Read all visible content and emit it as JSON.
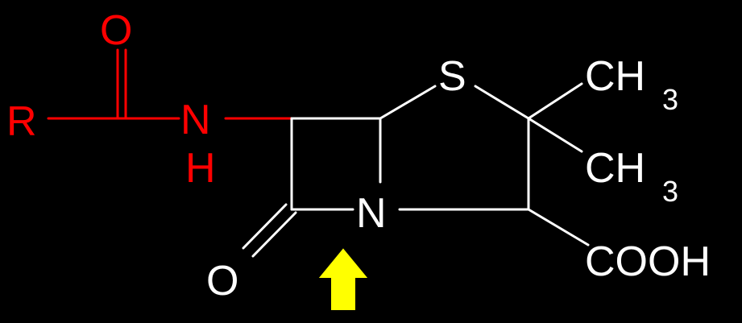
{
  "colors": {
    "background": "#000000",
    "core": "#ffffff",
    "side_chain": "#ff0000",
    "arrow": "#ffff00"
  },
  "atoms": {
    "r_group": "R",
    "carbonyl_oxygen_top": "O",
    "amide_nitrogen": "N",
    "amide_hydrogen": "H",
    "sulfur": "S",
    "ring_nitrogen": "N",
    "lactam_oxygen": "O",
    "methyl_1_base": "CH",
    "methyl_1_sub": "3",
    "methyl_2_base": "CH",
    "methyl_2_sub": "3",
    "carboxyl": "COOH"
  },
  "arrow_icon": "up-arrow-icon"
}
